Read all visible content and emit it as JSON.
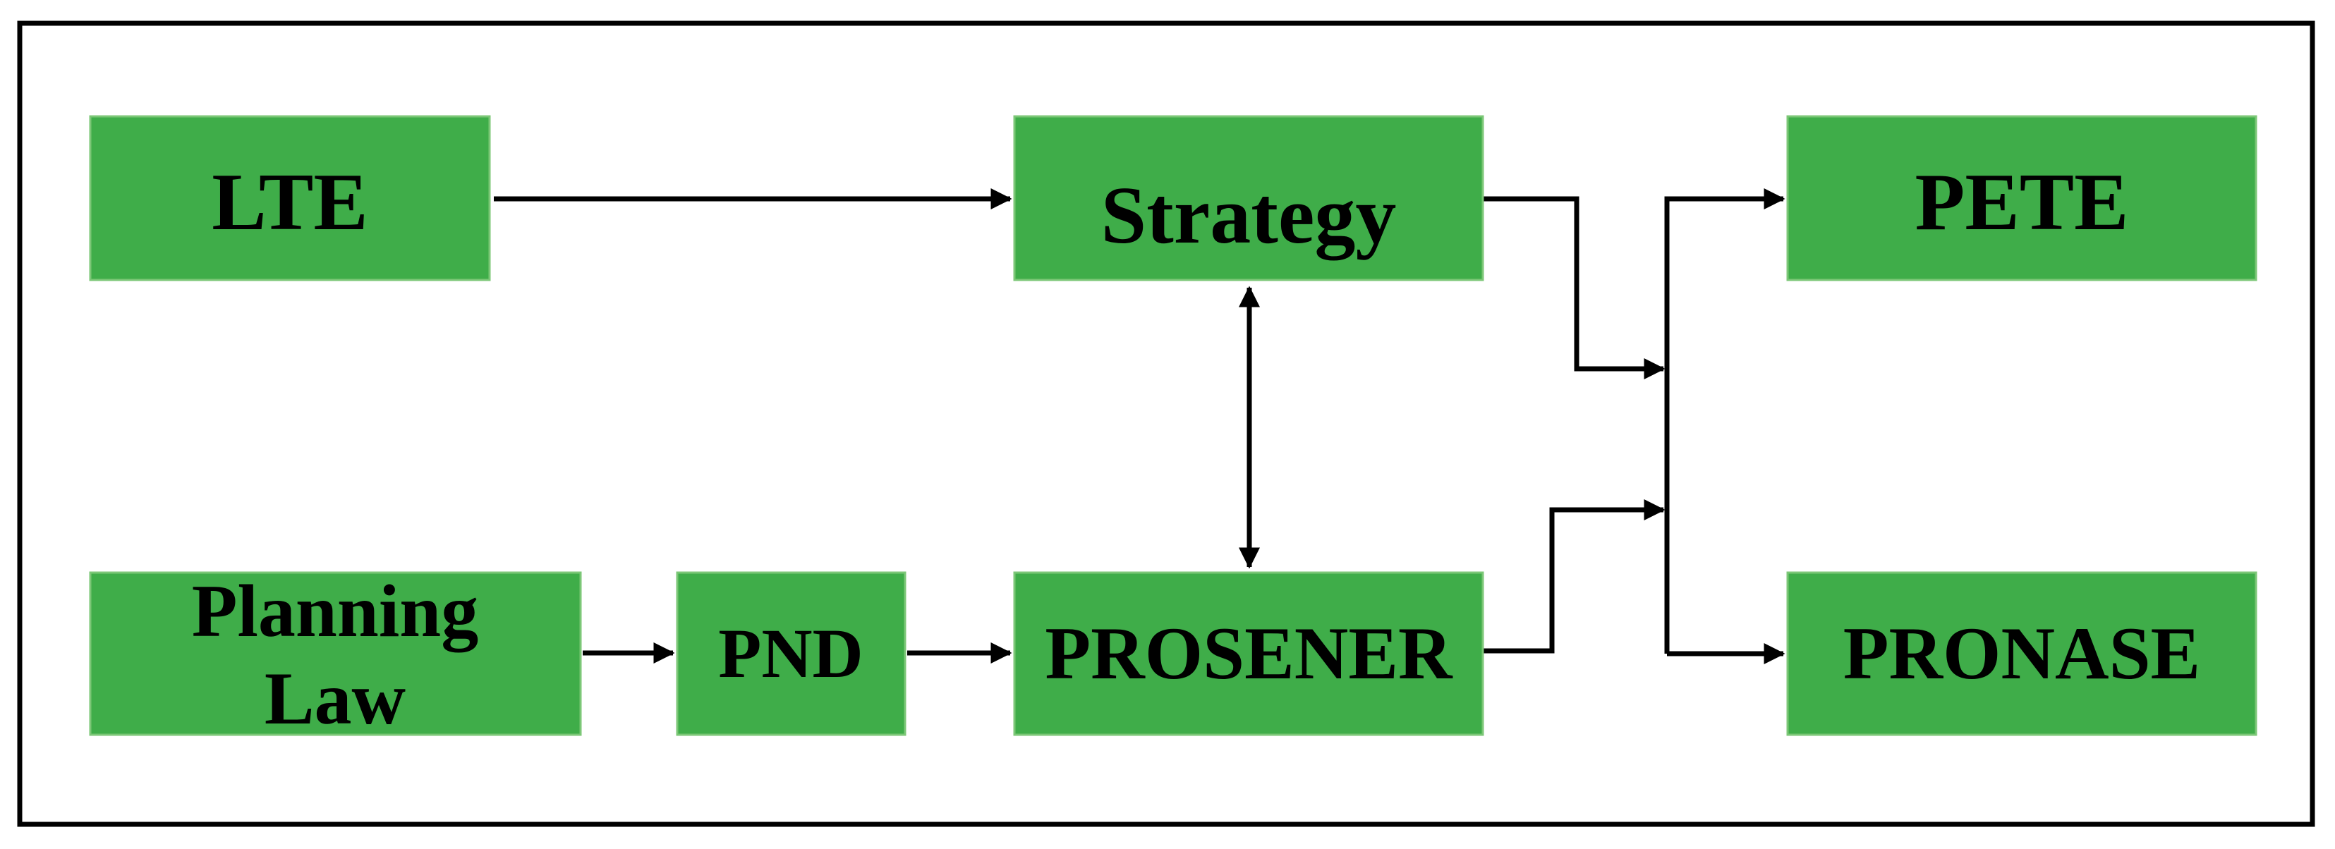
{
  "diagram": {
    "type": "flowchart",
    "background": "#ffffff",
    "colors": {
      "box_fill": "#3fad49",
      "box_edge": "#7cc777",
      "line": "#000000",
      "text": "#000000",
      "border": "#000000"
    },
    "nodes": {
      "lte": {
        "label": "LTE"
      },
      "strategy": {
        "label": "Strategy"
      },
      "pete": {
        "label": "PETE"
      },
      "planning_law": {
        "line1": "Planning",
        "line2": "Law"
      },
      "pnd": {
        "label": "PND"
      },
      "prosener": {
        "label": "PROSENER"
      },
      "pronase": {
        "label": "PRONASE"
      }
    },
    "edges": [
      {
        "from": "LTE",
        "to": "Strategy",
        "type": "arrow"
      },
      {
        "from": "Strategy",
        "to": "PROSENER",
        "type": "double-arrow"
      },
      {
        "from": "Planning Law",
        "to": "PND",
        "type": "arrow"
      },
      {
        "from": "PND",
        "to": "PROSENER",
        "type": "arrow"
      },
      {
        "from": "Strategy",
        "to": "junction",
        "type": "arrow"
      },
      {
        "from": "PROSENER",
        "to": "junction",
        "type": "arrow"
      },
      {
        "from": "junction",
        "to": "PETE",
        "type": "arrow"
      },
      {
        "from": "junction",
        "to": "PRONASE",
        "type": "arrow"
      }
    ]
  }
}
